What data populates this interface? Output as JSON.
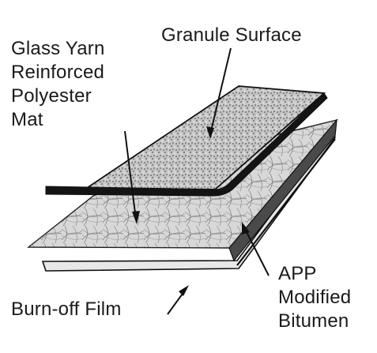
{
  "labels": {
    "granule_surface": "Granule Surface",
    "mat": [
      "Glass Yarn",
      "Reinforced",
      "Polyester",
      "Mat"
    ],
    "burn_off_film": "Burn-off Film",
    "app_bitumen": [
      "APP",
      "Modified",
      "Bitumen"
    ]
  },
  "layers": [
    "granule-surface-layer",
    "bitumen-layer",
    "polyester-mat-layer",
    "burn-off-film-layer"
  ],
  "colors": {
    "outline": "#111111",
    "granule_base": "#c9c9c9",
    "mat_base": "#d4d4d4",
    "film": "#e6e6e6",
    "bitumen_edge": "#2a2a2a"
  }
}
